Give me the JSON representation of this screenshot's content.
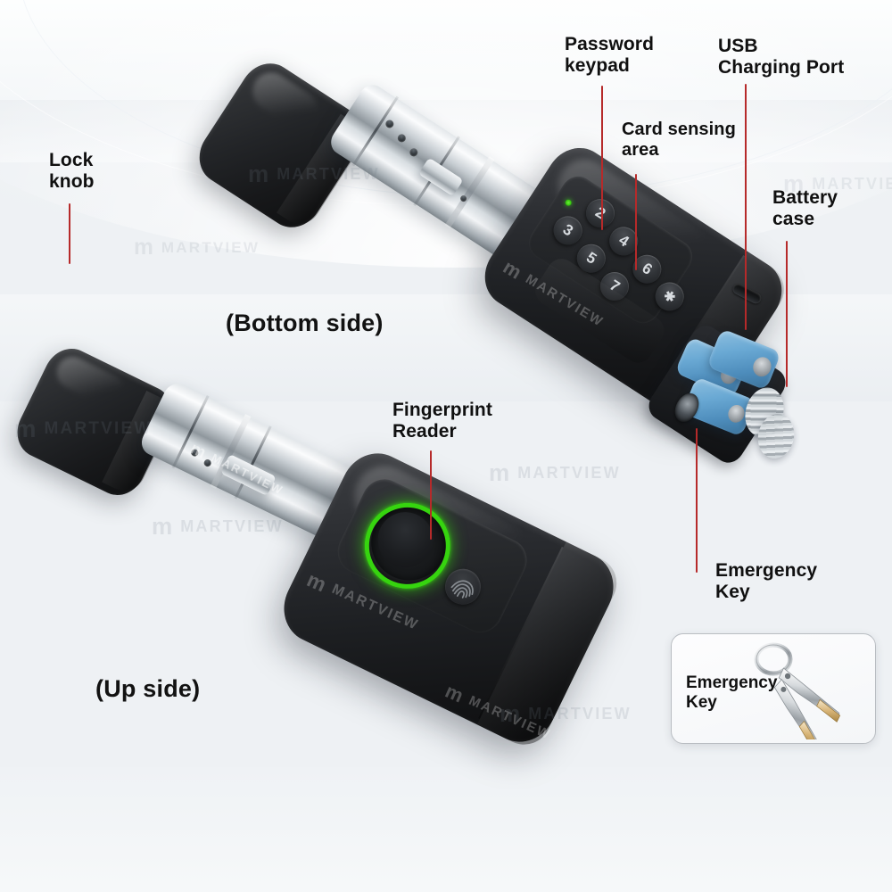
{
  "scene": {
    "title": "Smart Lock Cylinder Feature Callout Diagram",
    "background_color": "#eef1f4",
    "leader_line_color": "#b62a2a",
    "label_color": "#101010"
  },
  "callouts": [
    {
      "id": "lock-knob",
      "line1": "Lock",
      "line2": "knob"
    },
    {
      "id": "password-keypad",
      "line1": "Password",
      "line2": "keypad"
    },
    {
      "id": "card-sensing",
      "line1": "Card sensing",
      "line2": "area"
    },
    {
      "id": "usb-charging",
      "line1": "USB",
      "line2": "Charging Port"
    },
    {
      "id": "battery-case",
      "line1": "Battery",
      "line2": "case"
    },
    {
      "id": "fingerprint",
      "line1": "Fingerprint",
      "line2": "Reader"
    },
    {
      "id": "emergency-key",
      "line1": "Emergency",
      "line2": "Key"
    }
  ],
  "views": {
    "bottom": "(Bottom side)",
    "up": "(Up side)"
  },
  "keypad": {
    "keys": [
      "2",
      "4",
      "6",
      "✱",
      "3",
      "5",
      "7"
    ],
    "led_color": "#34c40d",
    "indicator_name": "status-led"
  },
  "fingerprint": {
    "ring_color": "#36d40f",
    "sensor_icon": "fingerprint-icon"
  },
  "battery": {
    "count": 2,
    "color": "#6aa9d4"
  },
  "inset": {
    "line1": "Emergency",
    "line2": "Key",
    "icon": "keyring-icon"
  },
  "watermark": {
    "logo": "m",
    "text": "MARTVIEW"
  }
}
